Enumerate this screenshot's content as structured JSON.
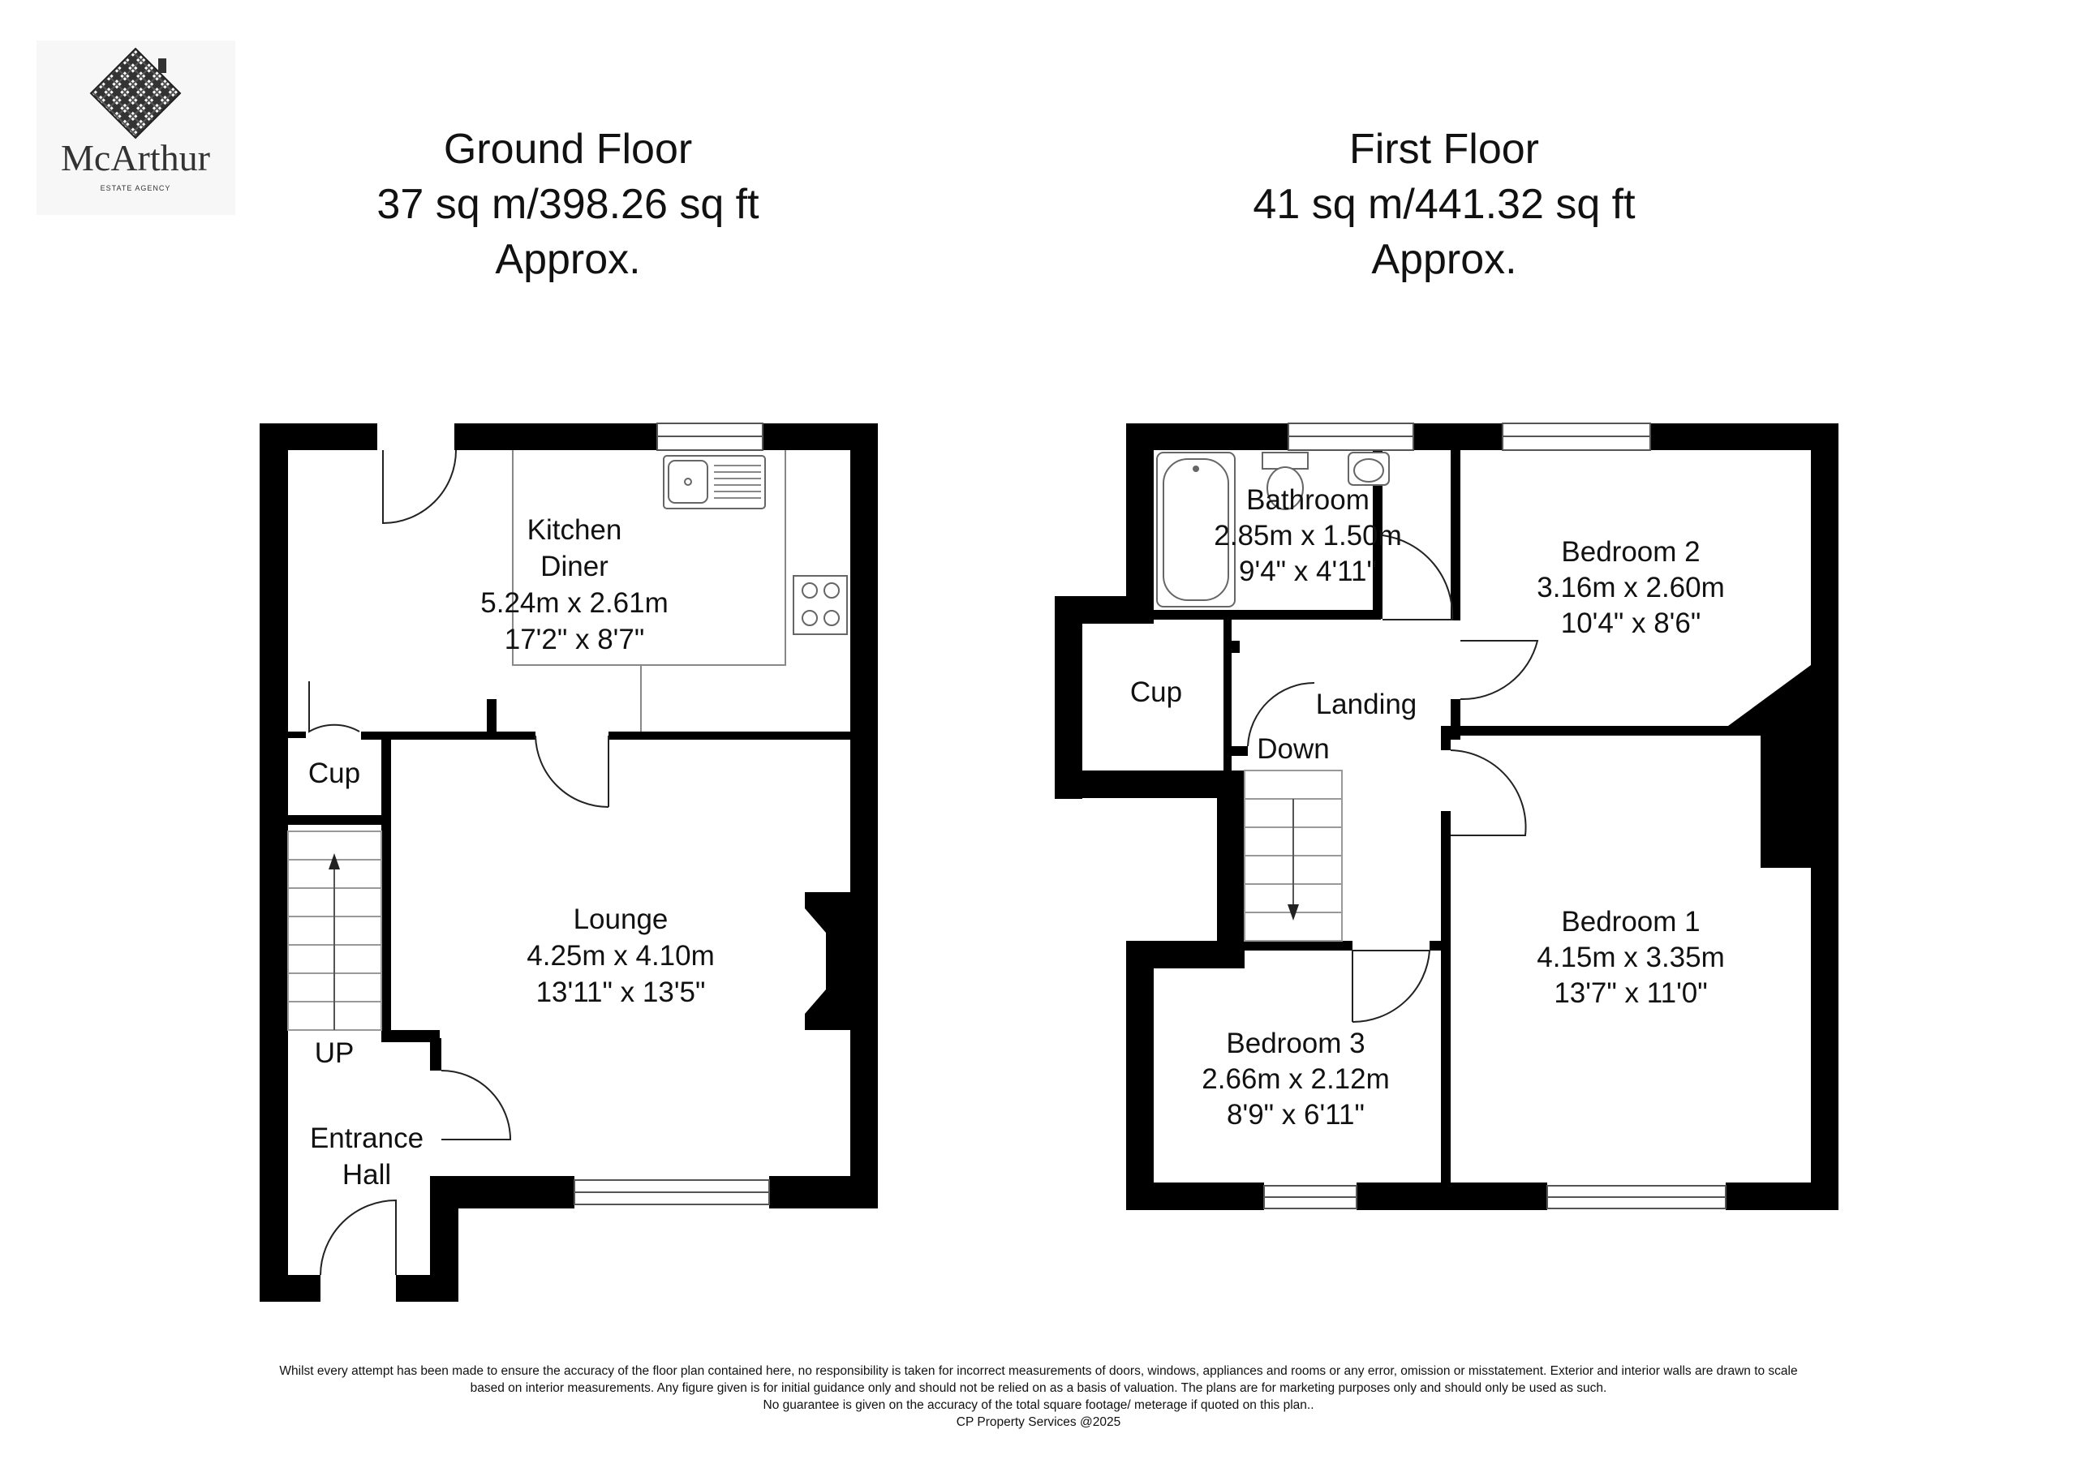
{
  "brand": {
    "name": "McArthur",
    "tagline": "ESTATE AGENCY",
    "logo_icon": "tartan-house-icon"
  },
  "ground_floor": {
    "title": "Ground Floor",
    "area": "37 sq m/398.26 sq ft",
    "approx": "Approx.",
    "rooms": {
      "kitchen": {
        "line1": "Kitchen",
        "line2": "Diner",
        "metric": "5.24m x 2.61m",
        "imperial": "17'2\" x 8'7\""
      },
      "cup": {
        "name": "Cup"
      },
      "lounge": {
        "name": "Lounge",
        "metric": "4.25m x 4.10m",
        "imperial": "13'11\" x 13'5\""
      },
      "stairs": {
        "label": "UP"
      },
      "entrance": {
        "line1": "Entrance",
        "line2": "Hall"
      }
    }
  },
  "first_floor": {
    "title": "First Floor",
    "area": "41 sq m/441.32 sq ft",
    "approx": "Approx.",
    "rooms": {
      "bathroom": {
        "name": "Bathroom",
        "metric": "2.85m x 1.50m",
        "imperial": "9'4\" x 4'11\""
      },
      "bedroom2": {
        "name": "Bedroom 2",
        "metric": "3.16m x 2.60m",
        "imperial": "10'4\" x 8'6\""
      },
      "cup": {
        "name": "Cup"
      },
      "landing": {
        "name": "Landing"
      },
      "stairs": {
        "label": "Down"
      },
      "bedroom1": {
        "name": "Bedroom 1",
        "metric": "4.15m x 3.35m",
        "imperial": "13'7\" x 11'0\""
      },
      "bedroom3": {
        "name": "Bedroom 3",
        "metric": "2.66m x 2.12m",
        "imperial": "8'9\" x 6'11\""
      }
    }
  },
  "disclaimer": {
    "line1": "Whilst every attempt has been made to ensure the accuracy of the floor plan contained here, no responsibility is taken for incorrect measurements of doors, windows, appliances and rooms or any error, omission or misstatement. Exterior and interior walls are drawn to scale",
    "line2": "based on interior measurements. Any figure given is for initial guidance only and should not be relied on as a basis of valuation. The plans are for marketing purposes only and should only be used as such.",
    "line3": "No guarantee is given on the accuracy of the total square footage/ meterage if quoted on this plan..",
    "line4": "CP Property Services @2025"
  },
  "colors": {
    "wall": "#000000",
    "fixture": "#888888",
    "background": "#ffffff"
  }
}
